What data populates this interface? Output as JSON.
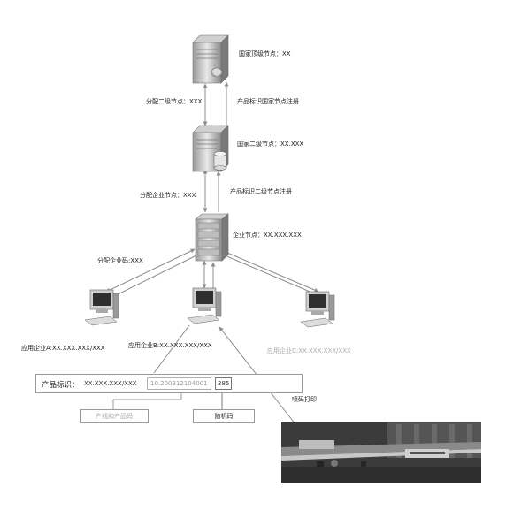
{
  "nodes": {
    "top": {
      "label": "国家顶级节点：XX"
    },
    "secondary": {
      "label": "国家二级节点：XX.XXX"
    },
    "enterprise": {
      "label": "企业节点：XX.XXX.XXX"
    }
  },
  "edges": {
    "assign_secondary": "分配二级节点：XXX",
    "register_national": "产品标识国家节点注册",
    "assign_enterprise": "分配企业节点：XXX",
    "register_secondary": "产品标识二级节点注册",
    "assign_enterprise_code": "分配企业码:XXX",
    "inkjet_print": "喷码打印"
  },
  "clients": {
    "a": {
      "label": "应用企业A:XX.XXX.XXX/XXX"
    },
    "b": {
      "label": "应用企业B:XX.XXX.XXX/XXX"
    },
    "c": {
      "label": "应用企业C:XX.XXX.XXX/XXX"
    }
  },
  "product_id": {
    "label": "产品标识：",
    "owner_prefix": "XX.XXX.XXX/XXX",
    "code": "10.200312104001",
    "random": "385",
    "line_code_label": "产线和产品码",
    "random_code_label": "随机码"
  },
  "icons": {
    "server": "server-tower-icon",
    "database": "database-cylinder-icon",
    "rack": "server-rack-icon",
    "computer": "desktop-computer-icon"
  },
  "colors": {
    "line": "#8c8c8c",
    "text_dark": "#222222",
    "text_faded": "#aaaaaa"
  }
}
